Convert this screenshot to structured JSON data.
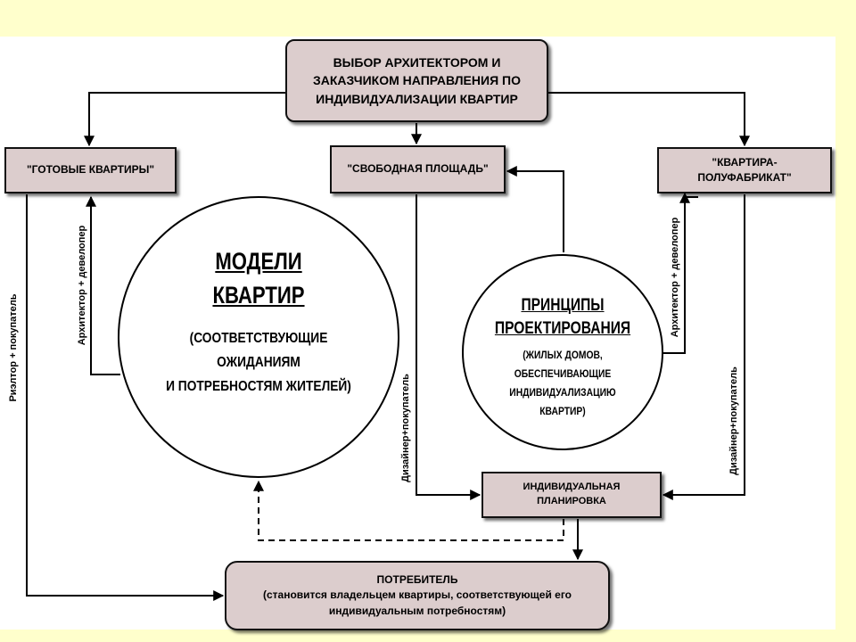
{
  "boxes": {
    "top": [
      "ВЫБОР АРХИТЕКТОРОМ И",
      "ЗАКАЗЧИКОМ НАПРАВЛЕНИЯ ПО",
      "ИНДИВИДУАЛИЗАЦИИ КВАРТИР"
    ],
    "ready": "\"ГОТОВЫЕ КВАРТИРЫ\"",
    "free": "\"СВОБОДНАЯ ПЛОЩАДЬ\"",
    "semi": [
      "\"КВАРТИРА-",
      "ПОЛУФАБРИКАТ\""
    ],
    "layout": [
      "ИНДИВИДУАЛЬНАЯ",
      "ПЛАНИРОВКА"
    ],
    "consumer": [
      "ПОТРЕБИТЕЛЬ",
      "(становится владельцем квартиры, соответствующей его",
      "индивидуальным потребностям)"
    ]
  },
  "circles": {
    "models": {
      "title": [
        "МОДЕЛИ",
        "КВАРТИР"
      ],
      "body": [
        "(СООТВЕТСТВУЮЩИЕ",
        "ОЖИДАНИЯМ",
        "И ПОТРЕБНОСТЯМ ЖИТЕЛЕЙ)"
      ]
    },
    "principles": {
      "title": [
        "ПРИНЦИПЫ",
        "ПРОЕКТИРОВАНИЯ"
      ],
      "body": [
        "(ЖИЛЫХ ДОМОВ,",
        "ОБЕСПЕЧИВАЮЩИЕ",
        "ИНДИВИДУАЛИЗАЦИЮ",
        "КВАРТИР)"
      ]
    }
  },
  "edge_labels": {
    "realtor_buyer": "Риэлтор + покупатель",
    "architect_developer_left": "Архитектор + девелопер",
    "designer_buyer_middle": "Дизайнер+покупатель",
    "architect_developer_right": "Архитектор + девелопер",
    "designer_buyer_right": "Дизайнер+покупатель"
  }
}
